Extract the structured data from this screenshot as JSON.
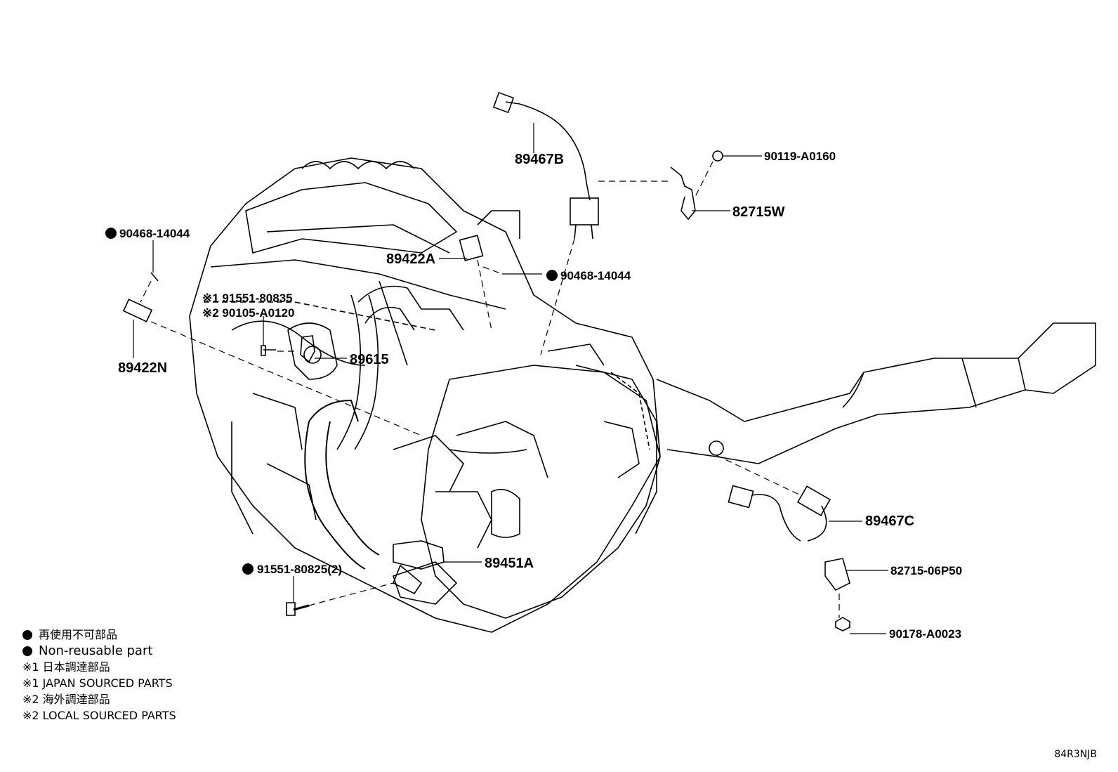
{
  "callouts": {
    "p89467B": "89467B",
    "p90119_A0160": "90119-A0160",
    "p82715W": "82715W",
    "p90468_14044_left": "90468-14044",
    "p89422A": "89422A",
    "p90468_14044_right": "90468-14044",
    "p91551_80835": "※1 91551-80835",
    "p90105_A0120": "※2 90105-A0120",
    "p89615": "89615",
    "p89422N": "89422N",
    "p89467C": "89467C",
    "p82715_06P50": "82715-06P50",
    "p91551_80825": "91551-80825(2)",
    "p89451A": "89451A",
    "p90178_A0023": "90178-A0023"
  },
  "legend": {
    "nonreusable_jp": "再使用不可部品",
    "nonreusable_en": "Non-reusable part",
    "japan_jp": "※1 日本調達部品",
    "japan_en": "※1 JAPAN SOURCED PARTS",
    "local_jp": "※2 海外調達部品",
    "local_en": "※2 LOCAL SOURCED PARTS"
  },
  "doc_code": "84R3NJB"
}
